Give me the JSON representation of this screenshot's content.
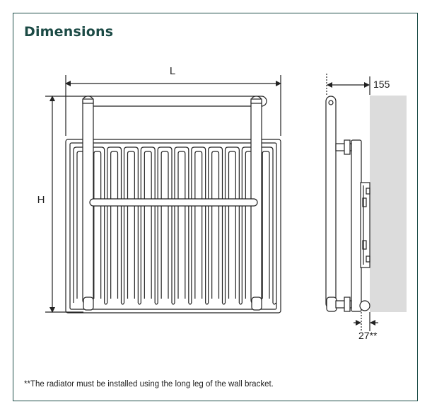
{
  "heading": "Dimensions",
  "dimensions": {
    "length_label": "L",
    "height_label": "H",
    "depth_label": "155",
    "wall_gap_label": "27**"
  },
  "footnote": "**The radiator must be installed using the long leg of the wall bracket.",
  "colors": {
    "frame_border": "#1f4f4a",
    "heading": "#1b4a45",
    "wall": "#dcdcdc",
    "line": "#222222"
  },
  "panel_column_count": 12
}
